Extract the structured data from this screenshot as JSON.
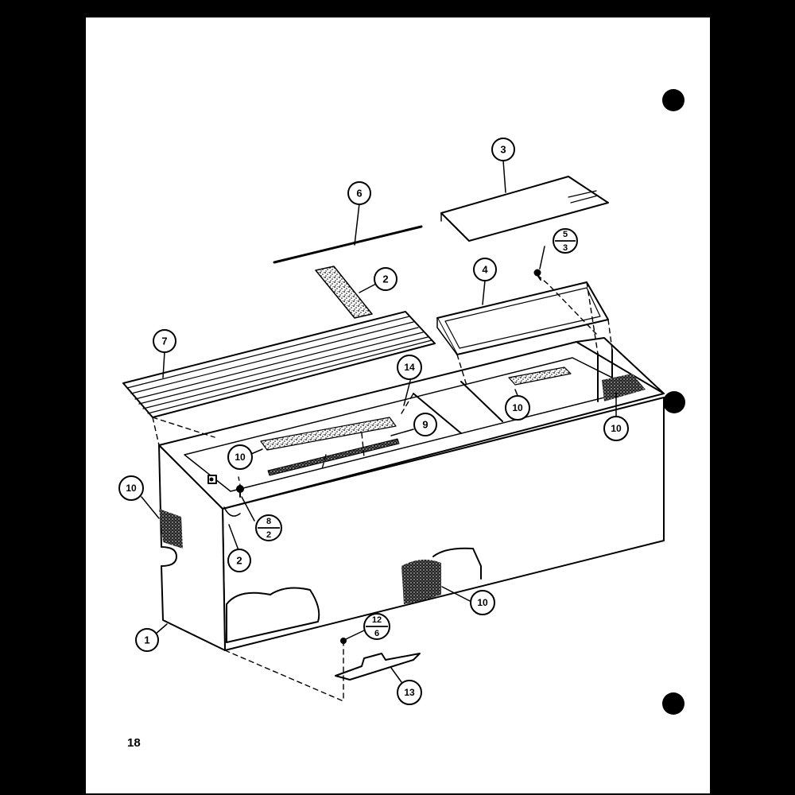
{
  "page_number": "18",
  "callouts": {
    "c1": "1",
    "c2a": "2",
    "c2b": "2",
    "c3": "3",
    "c4": "4",
    "c6": "6",
    "c7": "7",
    "c9": "9",
    "c10a": "10",
    "c10b": "10",
    "c10c": "10",
    "c10d": "10",
    "c10e": "10",
    "c13": "13",
    "c14": "14",
    "f53_num": "5",
    "f53_den": "3",
    "f82_num": "8",
    "f82_den": "2",
    "f126_num": "12",
    "f126_den": "6"
  },
  "colors": {
    "background": "#ffffff",
    "frame": "#000000",
    "ink": "#000000"
  }
}
